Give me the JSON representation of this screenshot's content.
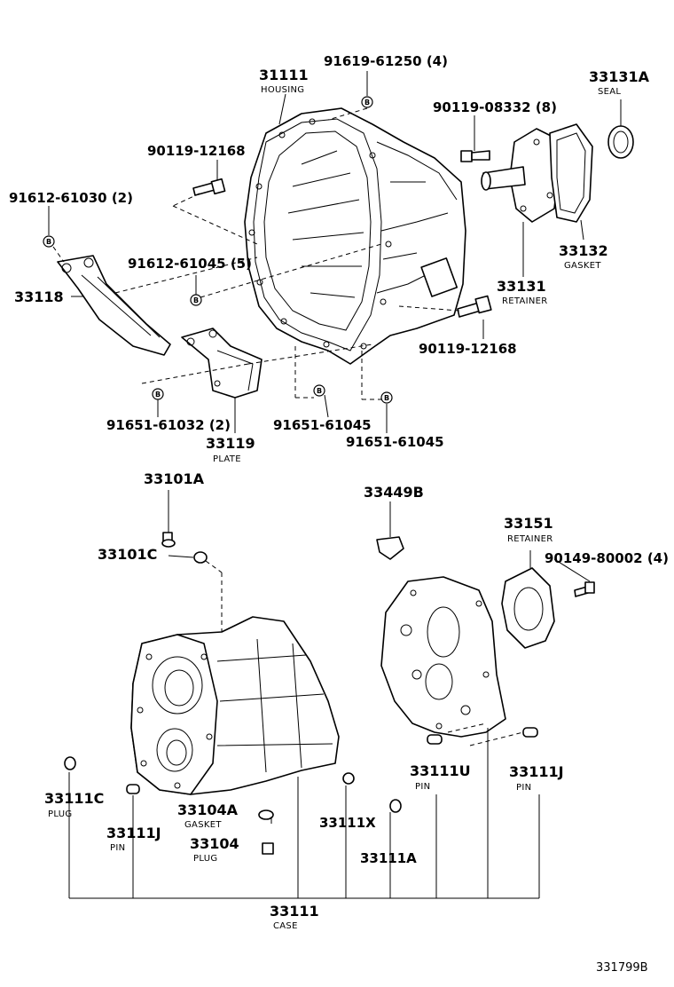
{
  "parts": {
    "p31111_top": {
      "number": "31111",
      "desc": "HOUSING"
    },
    "p91619": {
      "number": "91619-61250 (4)"
    },
    "p33131A": {
      "number": "33131A",
      "desc": "SEAL"
    },
    "p90119_08332": {
      "number": "90119-08332 (8)"
    },
    "p90119_12168_a": {
      "number": "90119-12168"
    },
    "p91612_61030": {
      "number": "91612-61030 (2)"
    },
    "p91612_61045": {
      "number": "91612-61045 (5)"
    },
    "p33118": {
      "number": "33118"
    },
    "p33132": {
      "number": "33132",
      "desc": "GASKET"
    },
    "p33131": {
      "number": "33131",
      "desc": "RETAINER"
    },
    "p90119_12168_b": {
      "number": "90119-12168"
    },
    "p91651_61032": {
      "number": "91651-61032 (2)"
    },
    "p91651_61045_a": {
      "number": "91651-61045"
    },
    "p91651_61045_b": {
      "number": "91651-61045"
    },
    "p33119": {
      "number": "33119",
      "desc": "PLATE"
    },
    "p33101A": {
      "number": "33101A"
    },
    "p33449B": {
      "number": "33449B"
    },
    "p33151": {
      "number": "33151",
      "desc": "RETAINER"
    },
    "p90149": {
      "number": "90149-80002 (4)"
    },
    "p33101C": {
      "number": "33101C"
    },
    "p33111C": {
      "number": "33111C",
      "desc": "PLUG"
    },
    "p33111J_a": {
      "number": "33111J",
      "desc": "PIN"
    },
    "p33104A": {
      "number": "33104A",
      "desc": "GASKET"
    },
    "p33104": {
      "number": "33104",
      "desc": "PLUG"
    },
    "p33111U": {
      "number": "33111U",
      "desc": "PIN"
    },
    "p33111J_b": {
      "number": "33111J",
      "desc": "PIN"
    },
    "p33111X": {
      "number": "33111X"
    },
    "p33111A": {
      "number": "33111A"
    },
    "p31111_case": {
      "number": "33111",
      "desc": "CASE"
    }
  },
  "bolt_mark": "B",
  "figure_id": "331799B"
}
